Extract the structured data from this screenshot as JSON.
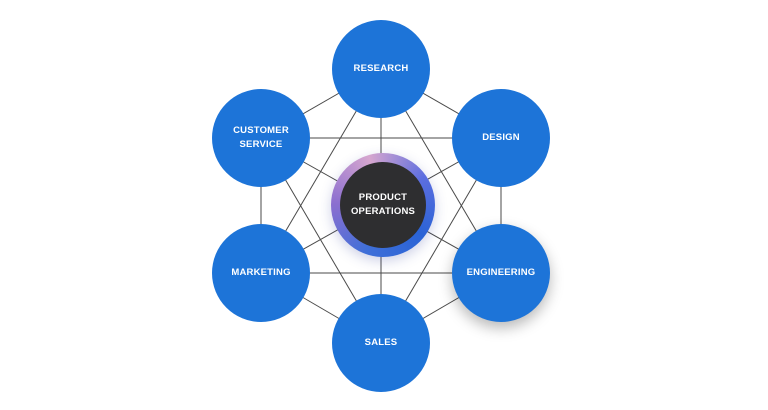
{
  "diagram": {
    "center": {
      "label": "PRODUCT\nOPERATIONS"
    },
    "nodes": [
      {
        "id": "research",
        "label": "RESEARCH"
      },
      {
        "id": "design",
        "label": "DESIGN"
      },
      {
        "id": "engineering",
        "label": "ENGINEERING"
      },
      {
        "id": "sales",
        "label": "SALES"
      },
      {
        "id": "marketing",
        "label": "MARKETING"
      },
      {
        "id": "customer-service",
        "label": "CUSTOMER\nSERVICE"
      }
    ],
    "colors": {
      "node": "#1d74d8",
      "center": "#2e2e30",
      "link": "#4a4a4a",
      "label": "#ffffff"
    }
  }
}
